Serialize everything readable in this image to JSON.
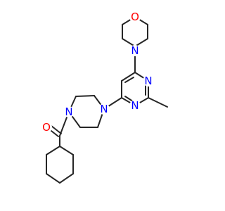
{
  "molecule": {
    "atom_labels": {
      "morpholine_o": "O",
      "morpholine_n": "N",
      "pyrimidine_n1": "N",
      "pyrimidine_n3": "N",
      "piperazine_n1": "N",
      "piperazine_n4": "N",
      "carbonyl_o": "O"
    },
    "colors": {
      "bond": "#262626",
      "nitrogen": "#0000ff",
      "oxygen": "#ff0000"
    }
  }
}
